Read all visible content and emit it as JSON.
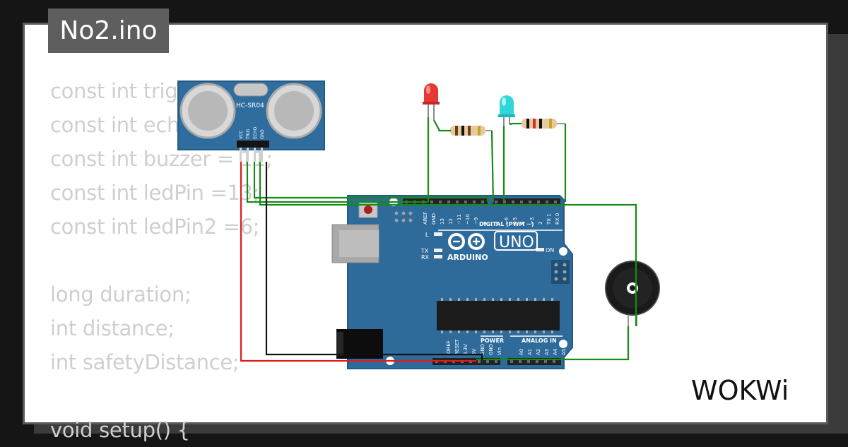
{
  "window": {
    "title": "No2.ino"
  },
  "code_lines": [
    "const int trigPin = 9;",
    "const int echoPin = 10;",
    "const int buzzer = 11;",
    "const int ledPin =13;",
    "const int ledPin2 =6;",
    "",
    "long duration;",
    "int distance;",
    "int safetyDistance;",
    "",
    "void setup() {"
  ],
  "components": {
    "ultrasonic": {
      "label": "HC-SR04",
      "pins": [
        "VCC",
        "TRIG",
        "ECHO",
        "GND"
      ]
    },
    "arduino": {
      "brand": "ARDUINO",
      "model": "UNO",
      "digital_label": "DIGITAL (PWM ~)",
      "digital_pins": [
        "AREF",
        "GND",
        "13",
        "12",
        "~11",
        "~10",
        "~9",
        "8",
        "7",
        "~6",
        "~5",
        "4",
        "~3",
        "2",
        "TX 1",
        "RX 0"
      ],
      "led_labels": [
        "L",
        "TX",
        "RX"
      ],
      "on_label": "ON",
      "power_label": "POWER",
      "power_pins": [
        "IOREF",
        "RESET",
        "3.3V",
        "5V",
        "GND",
        "GND",
        "Vin"
      ],
      "analog_label": "ANALOG IN",
      "analog_pins": [
        "A0",
        "A1",
        "A2",
        "A3",
        "A4",
        "A5"
      ]
    },
    "led1": {
      "color": "#e53935"
    },
    "led2": {
      "color": "#33d6d6"
    },
    "buzzer": {
      "color": "#1a1a1a"
    }
  },
  "colors": {
    "board": "#2e6b9b",
    "wire_green": "#178a17",
    "wire_red": "#e01b1b",
    "wire_black": "#111111"
  },
  "brand": {
    "logo": "WOKWi"
  }
}
